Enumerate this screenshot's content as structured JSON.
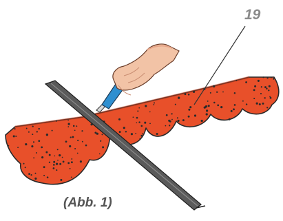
{
  "figure": {
    "callout_number": "19",
    "caption": "(Abb. 1)"
  },
  "colors": {
    "shingle_fill": "#e8502a",
    "shingle_outline": "#2a2a2a",
    "granule_dots": "#2b2b2b",
    "straightedge": "#5a5a5a",
    "hand_skin": "#f2c3a6",
    "knife_handle": "#2e8fd0",
    "label_gray": "#8a8a8a"
  },
  "icons": [
    "hand-with-utility-knife",
    "straightedge-ruler",
    "roof-shingle-strip"
  ]
}
